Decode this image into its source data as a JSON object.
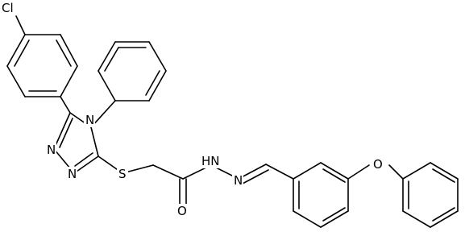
{
  "molecule": {
    "atom_labels": {
      "cl": "Cl",
      "n_triazole_4": "N",
      "n_triazole_2": "N",
      "n_triazole_1": "N",
      "s_thioether": "S",
      "o_carbonyl": "O",
      "nh_hydrazide": "HN",
      "n_imine": "N",
      "o_ether": "O"
    }
  }
}
